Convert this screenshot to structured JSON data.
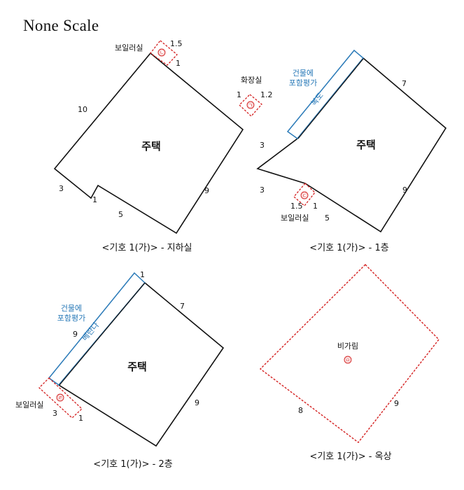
{
  "title": "None Scale",
  "basement": {
    "building": "주택",
    "caption": "<기호 1(가)> - 지하실",
    "boiler_label": "보일러실",
    "boiler_marker": "㉡",
    "toilet_label": "화장실",
    "toilet_marker": "㉠",
    "dims": {
      "top": "1.5",
      "boiler_side": "1",
      "left": "10",
      "right": "9",
      "notch_left": "3",
      "notch_step": "1",
      "bottom": "5",
      "toilet_w": "1",
      "toilet_h": "1.2"
    }
  },
  "floor1": {
    "building": "주택",
    "caption": "<기호 1(가)> - 1층",
    "included_label_1": "건물에",
    "included_label_2": "포함평가",
    "strip_label": "복도",
    "boiler_label": "보일러실",
    "boiler_marker": "㉢",
    "dims": {
      "top_right": "7",
      "left_upper": "3",
      "left_lower": "3",
      "right": "9",
      "boiler_a": "1.5",
      "boiler_b": "1",
      "bottom": "5"
    }
  },
  "floor2": {
    "building": "주택",
    "caption": "<기호 1(가)> - 2층",
    "included_label_1": "건물에",
    "included_label_2": "포함평가",
    "strip_label": "베란다",
    "boiler_label": "보일러실",
    "boiler_marker": "㉣",
    "dims": {
      "strip_w": "1",
      "top_right": "7",
      "left": "9",
      "right": "9",
      "boiler_a": "3",
      "boiler_b": "1"
    }
  },
  "roof": {
    "area_label": "비가림",
    "marker": "㉤",
    "caption": "<기호 1(가)> - 옥상",
    "dims": {
      "left": "8",
      "right": "9"
    }
  }
}
